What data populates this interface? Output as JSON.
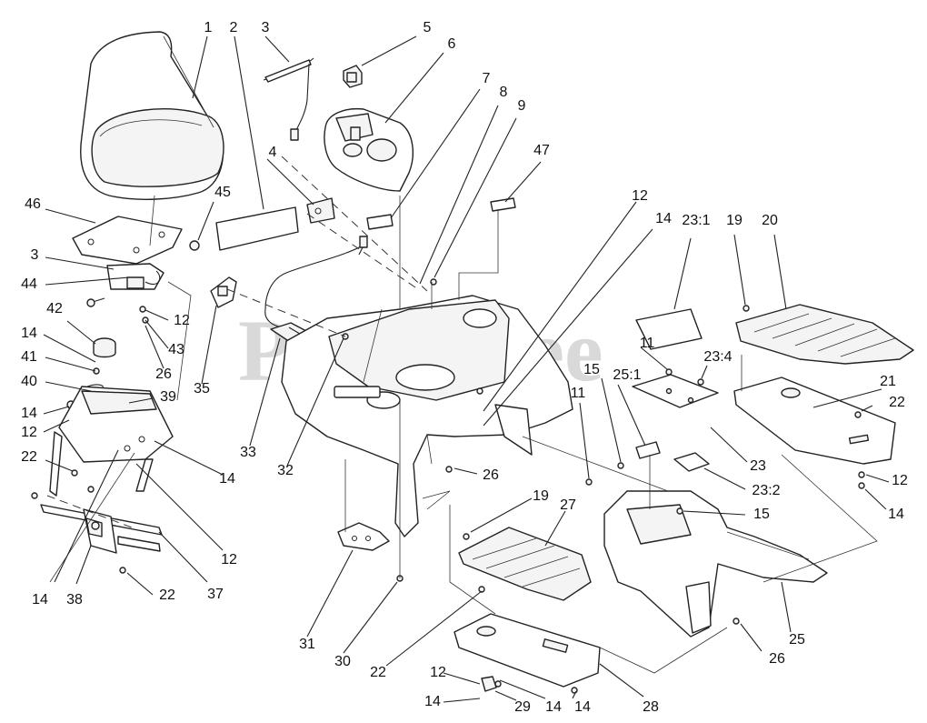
{
  "watermark": {
    "text": "PartsTree",
    "trademark": "TM"
  },
  "callouts": [
    {
      "id": "c1",
      "text": "1"
    },
    {
      "id": "c2",
      "text": "2"
    },
    {
      "id": "c3a",
      "text": "3"
    },
    {
      "id": "c5",
      "text": "5"
    },
    {
      "id": "c6",
      "text": "6"
    },
    {
      "id": "c7",
      "text": "7"
    },
    {
      "id": "c8",
      "text": "8"
    },
    {
      "id": "c9",
      "text": "9"
    },
    {
      "id": "c47",
      "text": "47"
    },
    {
      "id": "c4",
      "text": "4"
    },
    {
      "id": "c46",
      "text": "46"
    },
    {
      "id": "c45",
      "text": "45"
    },
    {
      "id": "c3b",
      "text": "3"
    },
    {
      "id": "c44",
      "text": "44"
    },
    {
      "id": "c12a",
      "text": "12"
    },
    {
      "id": "c42",
      "text": "42"
    },
    {
      "id": "c43",
      "text": "43"
    },
    {
      "id": "c14a",
      "text": "14"
    },
    {
      "id": "c41",
      "text": "41"
    },
    {
      "id": "c26a",
      "text": "26"
    },
    {
      "id": "c40",
      "text": "40"
    },
    {
      "id": "c35",
      "text": "35"
    },
    {
      "id": "c14b",
      "text": "14"
    },
    {
      "id": "c39",
      "text": "39"
    },
    {
      "id": "c12b",
      "text": "12"
    },
    {
      "id": "c22a",
      "text": "22"
    },
    {
      "id": "c14c",
      "text": "14"
    },
    {
      "id": "c33",
      "text": "33"
    },
    {
      "id": "c32",
      "text": "32"
    },
    {
      "id": "c12c",
      "text": "12"
    },
    {
      "id": "c14d",
      "text": "14"
    },
    {
      "id": "c38",
      "text": "38"
    },
    {
      "id": "c22b",
      "text": "22"
    },
    {
      "id": "c37",
      "text": "37"
    },
    {
      "id": "c12d",
      "text": "12"
    },
    {
      "id": "c14e",
      "text": "14"
    },
    {
      "id": "c23_1",
      "text": "23:1"
    },
    {
      "id": "c19a",
      "text": "19"
    },
    {
      "id": "c20",
      "text": "20"
    },
    {
      "id": "c11a",
      "text": "11"
    },
    {
      "id": "c23_4",
      "text": "23:4"
    },
    {
      "id": "c15a",
      "text": "15"
    },
    {
      "id": "c25_1",
      "text": "25:1"
    },
    {
      "id": "c21",
      "text": "21"
    },
    {
      "id": "c22c",
      "text": "22"
    },
    {
      "id": "c11b",
      "text": "11"
    },
    {
      "id": "c23",
      "text": "23"
    },
    {
      "id": "c23_2",
      "text": "23:2"
    },
    {
      "id": "c12e",
      "text": "12"
    },
    {
      "id": "c14f",
      "text": "14"
    },
    {
      "id": "c15b",
      "text": "15"
    },
    {
      "id": "c26b",
      "text": "26"
    },
    {
      "id": "c19b",
      "text": "19"
    },
    {
      "id": "c27",
      "text": "27"
    },
    {
      "id": "c31",
      "text": "31"
    },
    {
      "id": "c30",
      "text": "30"
    },
    {
      "id": "c22d",
      "text": "22"
    },
    {
      "id": "c25",
      "text": "25"
    },
    {
      "id": "c26c",
      "text": "26"
    },
    {
      "id": "c12f",
      "text": "12"
    },
    {
      "id": "c14g",
      "text": "14"
    },
    {
      "id": "c29",
      "text": "29"
    },
    {
      "id": "c14h",
      "text": "14"
    },
    {
      "id": "c14i",
      "text": "14"
    },
    {
      "id": "c28",
      "text": "28"
    }
  ]
}
